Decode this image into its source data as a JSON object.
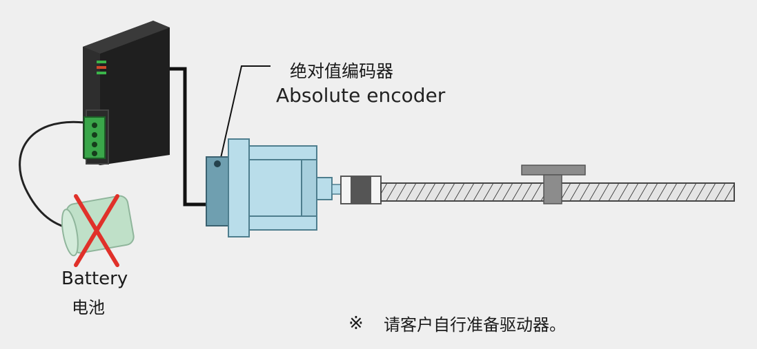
{
  "labels": {
    "encoder_cn": "绝对值编码器",
    "encoder_en": "Absolute encoder",
    "battery_en": "Battery",
    "battery_cn": "电池",
    "note_mark": "※",
    "note_text": "请客户自行准备驱动器。"
  },
  "colors": {
    "background": "#efefef",
    "driver_body": "#2c2c2c",
    "terminal_block": "#3aa64a",
    "motor": "#b9ddea",
    "encoder_block": "#6f9fb0",
    "battery": "#bfe0c8",
    "cross": "#e0312a",
    "screw": "#d9d9d9",
    "nut": "#8c8c8c"
  },
  "icons": {
    "battery_crossed": "x-mark-icon"
  }
}
